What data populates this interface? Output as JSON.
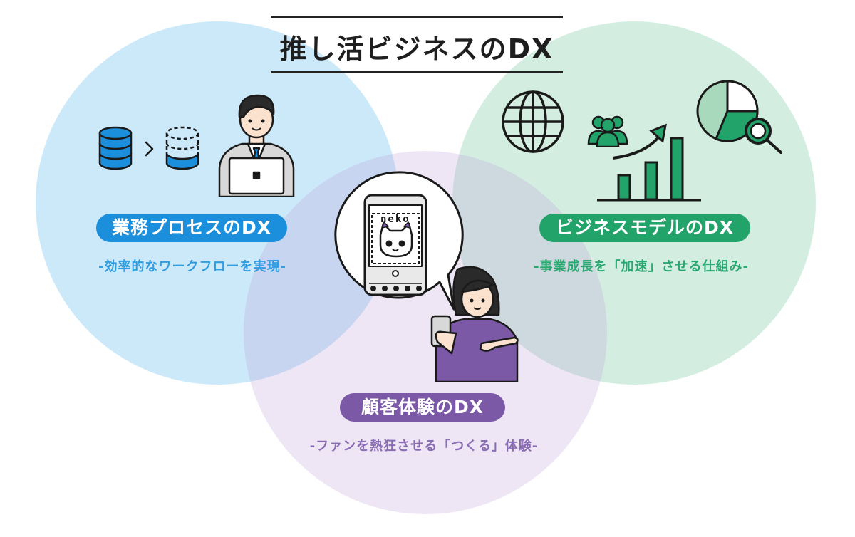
{
  "title": "推し活ビジネスのDX",
  "sections": {
    "business_process": {
      "label": "業務プロセスのDX",
      "subtitle": "-効率的なワークフローを実現-",
      "color": "#1b8fdb"
    },
    "business_model": {
      "label": "ビジネスモデルのDX",
      "subtitle": "-事業成長を「加速」させる仕組み-",
      "color": "#22a36a"
    },
    "customer_experience": {
      "label": "顧客体験のDX",
      "subtitle": "-ファンを熱狂させる「つくる」体験-",
      "color": "#7b59a6"
    }
  },
  "phone_screen": {
    "app_text": "neko"
  },
  "icons": [
    "database-icon",
    "chevron-right-icon",
    "dashed-database-icon",
    "businessman-laptop-icon",
    "globe-icon",
    "people-group-icon",
    "bar-chart-arrow-icon",
    "pie-chart-icon",
    "magnifier-icon",
    "speech-bubble-phone-icon",
    "woman-smartphone-icon"
  ]
}
